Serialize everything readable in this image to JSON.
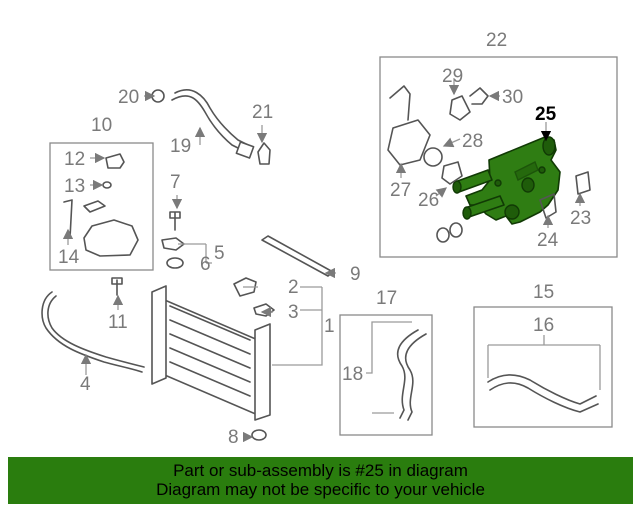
{
  "diagram": {
    "callouts": [
      {
        "id": "c1",
        "label": "1"
      },
      {
        "id": "c2",
        "label": "2"
      },
      {
        "id": "c3",
        "label": "3"
      },
      {
        "id": "c4",
        "label": "4"
      },
      {
        "id": "c5",
        "label": "5"
      },
      {
        "id": "c6",
        "label": "6"
      },
      {
        "id": "c7",
        "label": "7"
      },
      {
        "id": "c8",
        "label": "8"
      },
      {
        "id": "c9",
        "label": "9"
      },
      {
        "id": "c10",
        "label": "10"
      },
      {
        "id": "c11",
        "label": "11"
      },
      {
        "id": "c12",
        "label": "12"
      },
      {
        "id": "c13",
        "label": "13"
      },
      {
        "id": "c14",
        "label": "14"
      },
      {
        "id": "c15",
        "label": "15"
      },
      {
        "id": "c16",
        "label": "16"
      },
      {
        "id": "c17",
        "label": "17"
      },
      {
        "id": "c18",
        "label": "18"
      },
      {
        "id": "c19",
        "label": "19"
      },
      {
        "id": "c20",
        "label": "20"
      },
      {
        "id": "c21",
        "label": "21"
      },
      {
        "id": "c22",
        "label": "22"
      },
      {
        "id": "c23",
        "label": "23"
      },
      {
        "id": "c24",
        "label": "24"
      },
      {
        "id": "c25",
        "label": "25"
      },
      {
        "id": "c26",
        "label": "26"
      },
      {
        "id": "c27",
        "label": "27"
      },
      {
        "id": "c28",
        "label": "28"
      },
      {
        "id": "c29",
        "label": "29"
      },
      {
        "id": "c30",
        "label": "30"
      }
    ],
    "highlighted_part": "25",
    "highlight_color": "#2f7d13"
  },
  "banner": {
    "line1": "Part or sub-assembly is #25 in diagram",
    "line2": "Diagram may not be specific to your vehicle",
    "background": "#2a7d0e"
  }
}
